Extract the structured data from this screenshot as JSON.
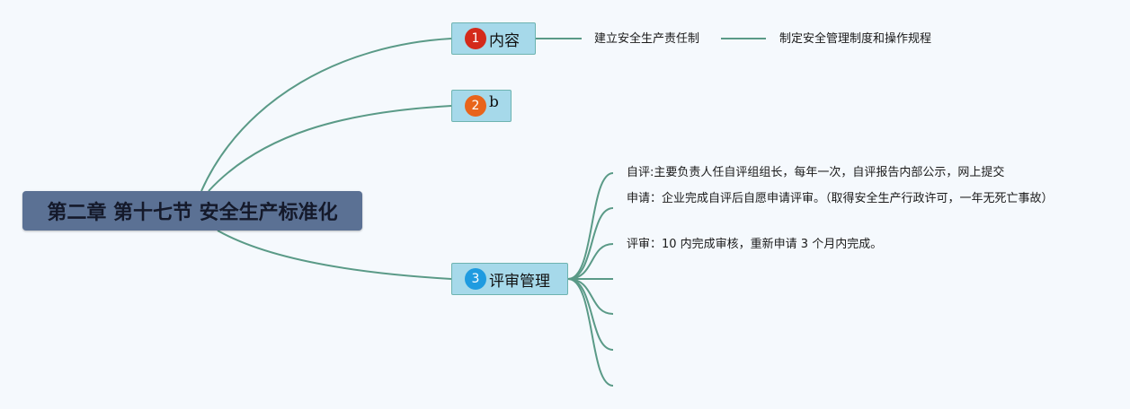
{
  "root": {
    "title": "第二章 第十七节 安全生产标准化"
  },
  "branches": [
    {
      "number": "1",
      "label": "内容",
      "badge_color": "#d42a1a",
      "children": [
        "建立安全生产责任制"
      ],
      "sub_children": [
        "制定安全管理制度和操作规程"
      ]
    },
    {
      "number": "2",
      "label": "b",
      "badge_color": "#e8641b",
      "children": []
    },
    {
      "number": "3",
      "label": "评审管理",
      "badge_color": "#1f9be0",
      "children": [
        "自评:主要负责人任自评组组长，每年一次，自评报告内部公示，网上提交",
        "申请：企业完成自评后自愿申请评审。（取得安全生产行政许可，一年无死亡事故）",
        "评审：10 内完成审核，重新申请 3 个月内完成。",
        "",
        "",
        "",
        ""
      ]
    }
  ],
  "colors": {
    "background": "#f5f9fd",
    "root_fill": "#5b7194",
    "branch_fill": "#a6d9ea",
    "branch_border": "#6db3b0",
    "connector": "#5a9a87"
  }
}
